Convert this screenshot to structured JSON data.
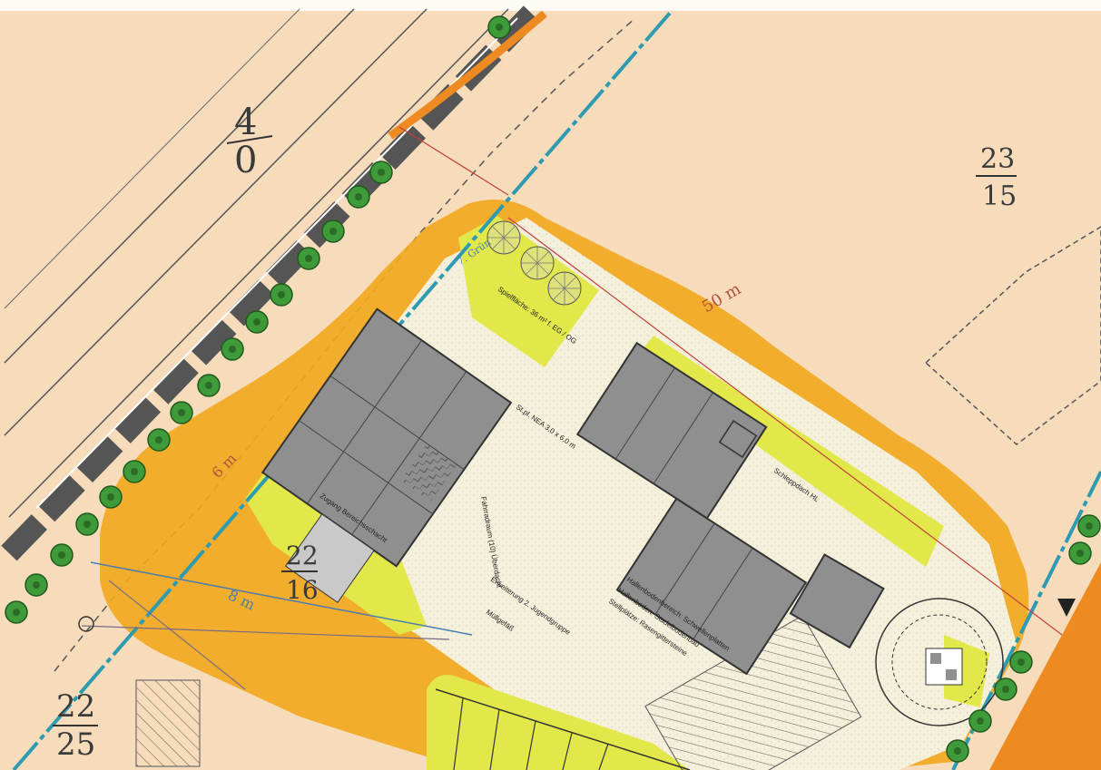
{
  "parcels": {
    "p4": {
      "num": "4",
      "den": "0"
    },
    "p23_15": {
      "num": "23",
      "den": "15"
    },
    "p22_16": {
      "num": "22",
      "den": "16"
    },
    "p22_25": {
      "num": "22",
      "den": "25"
    }
  },
  "handwritten": {
    "dist_50m": "50 m",
    "dist_6m": "6 m",
    "dist_8m": "8 m",
    "gruen": "7. Grün"
  },
  "plan_labels": {
    "spielflaeche": "Spielfläche: 36 m² f. EG / OG",
    "stpl_nea": "St.pl. NEA 3,0 x 6,0 m",
    "fahrradraum": "Fahrradraum (10) Überdacht",
    "zugang": "Zugang Bereichsschacht",
    "erweiterung": "Erweiterung 2. Jugendgruppe",
    "muellgefaess": "Müllgefäß",
    "schleppdach": "Schleppdach HL",
    "hallenbereich": "Hallenbodenbereich: Schwellenplatten",
    "hallenboden": "Hallenboden: Stadelbodenbau",
    "stellplaetze": "Stellplätze: Rasengittersteine"
  },
  "colors": {
    "paper": "#f7dcbc",
    "buffer": "#f0a81e",
    "plot_green": "#e2e84a",
    "building": "#8f8f8f",
    "boundary_blue": "#2f9bb0",
    "tree": "#3f9a3a",
    "road_stripe": "#ee8a22"
  },
  "icons": [
    "tree-icon",
    "north-arrow-icon",
    "turning-circle-icon"
  ]
}
